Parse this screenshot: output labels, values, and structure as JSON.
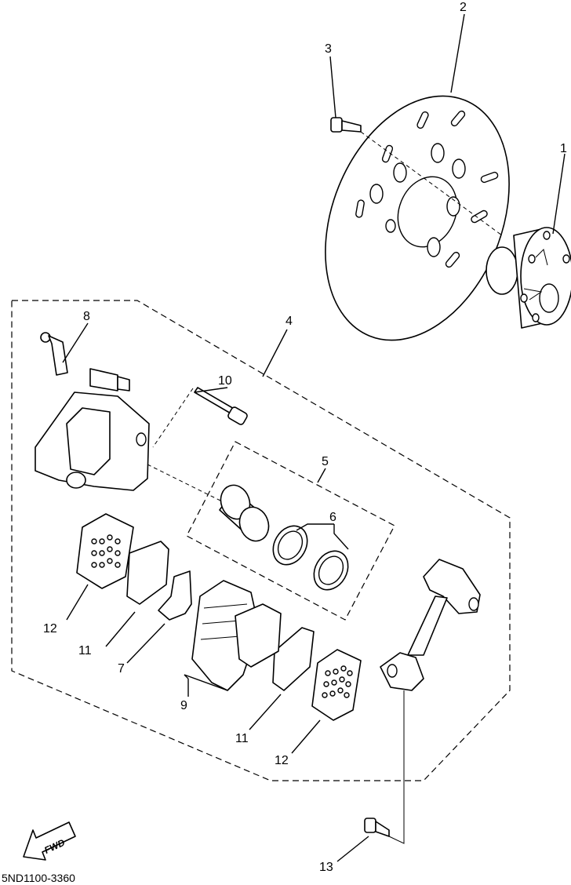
{
  "callouts": [
    {
      "id": "1",
      "label": "1"
    },
    {
      "id": "2",
      "label": "2"
    },
    {
      "id": "3",
      "label": "3"
    },
    {
      "id": "4",
      "label": "4"
    },
    {
      "id": "5",
      "label": "5"
    },
    {
      "id": "6",
      "label": "6"
    },
    {
      "id": "7",
      "label": "7"
    },
    {
      "id": "8",
      "label": "8"
    },
    {
      "id": "9",
      "label": "9"
    },
    {
      "id": "10",
      "label": "10"
    },
    {
      "id": "11a",
      "label": "11"
    },
    {
      "id": "11b",
      "label": "11"
    },
    {
      "id": "12a",
      "label": "12"
    },
    {
      "id": "12b",
      "label": "12"
    },
    {
      "id": "13",
      "label": "13"
    }
  ],
  "fwd_label": "FWD",
  "diagram_code": "5ND1100-3360"
}
